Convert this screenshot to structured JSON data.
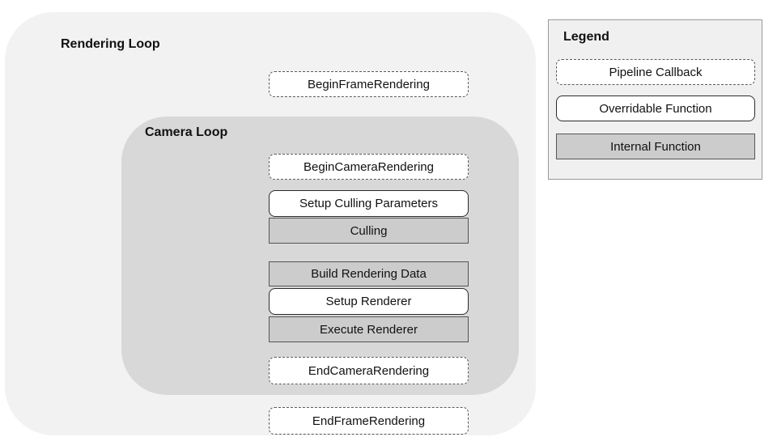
{
  "rendering_loop": {
    "title": "Rendering Loop",
    "begin_frame": {
      "label": "BeginFrameRendering",
      "type": "pipeline-callback"
    },
    "end_frame": {
      "label": "EndFrameRendering",
      "type": "pipeline-callback"
    },
    "camera_loop": {
      "title": "Camera Loop",
      "begin_camera": {
        "label": "BeginCameraRendering",
        "type": "pipeline-callback"
      },
      "setup_culling_parameters": {
        "label": "Setup Culling Parameters",
        "type": "overridable-function"
      },
      "culling": {
        "label": "Culling",
        "type": "internal-function"
      },
      "build_rendering_data": {
        "label": "Build Rendering Data",
        "type": "internal-function"
      },
      "setup_renderer": {
        "label": "Setup Renderer",
        "type": "overridable-function"
      },
      "execute_renderer": {
        "label": "Execute Renderer",
        "type": "internal-function"
      },
      "end_camera": {
        "label": "EndCameraRendering",
        "type": "pipeline-callback"
      }
    }
  },
  "legend": {
    "title": "Legend",
    "items": [
      {
        "label": "Pipeline Callback",
        "type": "pipeline-callback"
      },
      {
        "label": "Overridable Function",
        "type": "overridable-function"
      },
      {
        "label": "Internal Function",
        "type": "internal-function"
      }
    ]
  },
  "colors": {
    "outer_loop_bg": "#f2f2f2",
    "camera_loop_bg": "#d8d8d8",
    "internal_function_fill": "#cccccc",
    "internal_function_border": "#555555",
    "callback_dashed_border": "#595959",
    "overridable_solid_border": "#2b2b2b",
    "legend_bg": "#f0f0f0",
    "legend_border": "#999999",
    "text": "#111111",
    "page_bg": "#ffffff"
  }
}
